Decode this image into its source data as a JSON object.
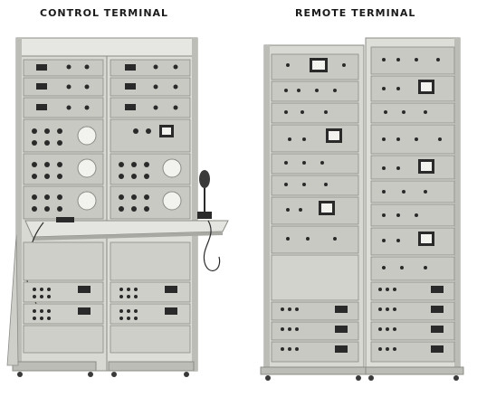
{
  "captions": {
    "left": "CONTROL TERMINAL",
    "right": "REMOTE TERMINAL"
  },
  "photo": {
    "subject": "two telephone carrier terminal equipment racks",
    "colors": {
      "background": "#ffffff",
      "cabinet": "#d9d9d4",
      "panel": "#c9c9c3",
      "shadow": "#8c8c86",
      "dark": "#2a2a2a",
      "meter_face": "#f2f2ee"
    }
  }
}
